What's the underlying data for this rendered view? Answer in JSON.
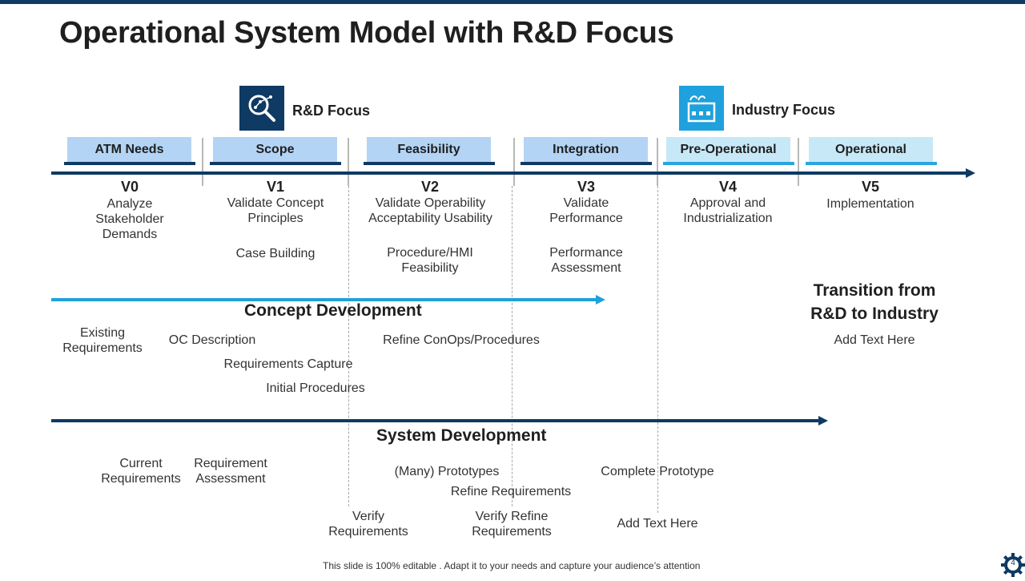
{
  "title": "Operational System Model with R&D Focus",
  "focus": {
    "rd_label": "R&D Focus",
    "rd_icon": "research-magnifier-icon",
    "industry_label": "Industry  Focus",
    "industry_icon": "factory-icon"
  },
  "phases": [
    "ATM Needs",
    "Scope",
    "Feasibility",
    "Integration",
    "Pre-Operational",
    "Operational"
  ],
  "versions": [
    {
      "code": "V0",
      "desc": "Analyze\nStakeholder\nDemands"
    },
    {
      "code": "V1",
      "desc": "Validate Concept\nPrinciples",
      "extra": "Case Building"
    },
    {
      "code": "V2",
      "desc": "Validate Operability\nAcceptability Usability",
      "extra": "Procedure/HMI\nFeasibility"
    },
    {
      "code": "V3",
      "desc": "Validate\nPerformance",
      "extra": "Performance\nAssessment"
    },
    {
      "code": "V4",
      "desc": "Approval and\nIndustrialization"
    },
    {
      "code": "V5",
      "desc": "Implementation"
    }
  ],
  "transition": {
    "title": "Transition from\nR&D to Industry",
    "text": "Add Text Here"
  },
  "concept": {
    "title": "Concept Development",
    "items": [
      "Existing\nRequirements",
      "OC Description",
      "Requirements  Capture",
      "Initial  Procedures",
      "Refine ConOps/Procedures"
    ]
  },
  "system": {
    "title": "System Development",
    "items": [
      "Current\nRequirements",
      "Requirement\nAssessment",
      "(Many)  Prototypes",
      "Refine Requirements",
      "Complete Prototype",
      "Verify\nRequirements",
      "Verify Refine\nRequirements",
      "Add Text Here"
    ]
  },
  "footer": "This slide is 100% editable . Adapt it to your needs and capture your audience’s attention",
  "page_number": "4",
  "colors": {
    "navy": "#0e3a63",
    "rd_box": "#b3d4f5",
    "industry_box": "#c7e8f7",
    "industry_underline": "#29a6de",
    "concept_arrow": "#1ea1dc",
    "icon_rd_bg": "#0e3a63",
    "icon_industry_bg": "#1ea1dc"
  }
}
